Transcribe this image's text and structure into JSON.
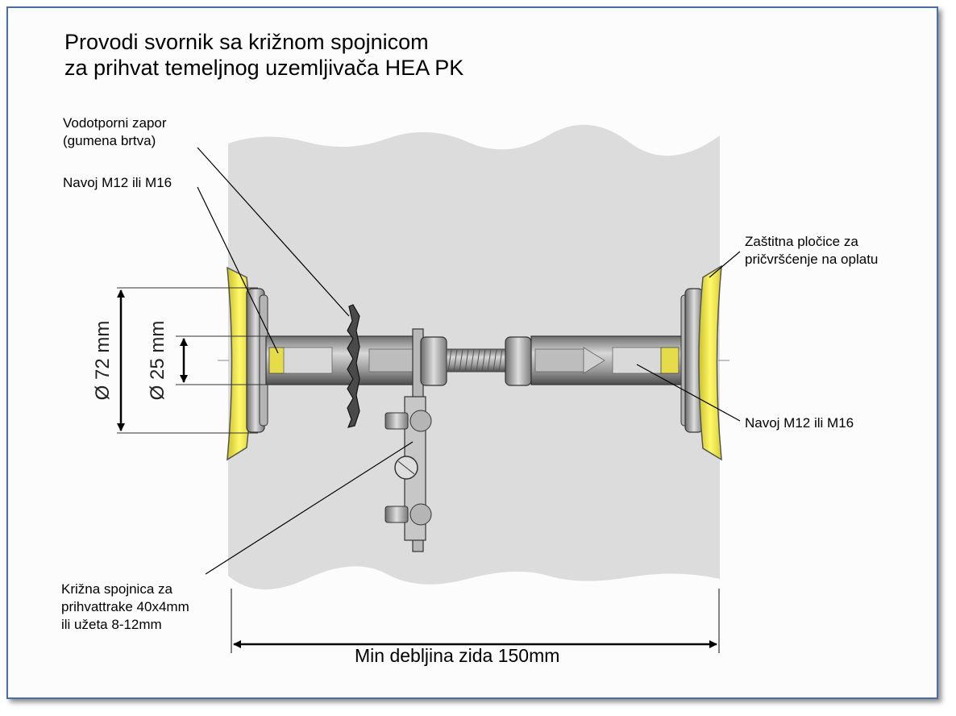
{
  "title": {
    "line1": "Provodi svornik sa križnom spojnicom",
    "line2": "za prihvat temeljnog uzemljivača HEA PK"
  },
  "labels": {
    "seal_line1": "Vodotporni zapor",
    "seal_line2": "(gumena brtva)",
    "thread_left": "Navoj M12 ili M16",
    "plate_line1": "Zaštitna pločice za",
    "plate_line2": "pričvršćenje na oplatu",
    "thread_right": "Navoj M12 ili M16",
    "clamp_line1": "Križna spojnica za",
    "clamp_line2": "prihvattrake 40x4mm",
    "clamp_line3": "ili užeta 8-12mm"
  },
  "dimensions": {
    "outer": "Ø 72 mm",
    "inner": "Ø 25 mm",
    "wall": "Min debljina zida 150mm"
  },
  "colors": {
    "frame": "#4a6fa5",
    "wall": "#dcdcdc",
    "plate": "#f2e94a",
    "metal": "#a9a9a9"
  }
}
